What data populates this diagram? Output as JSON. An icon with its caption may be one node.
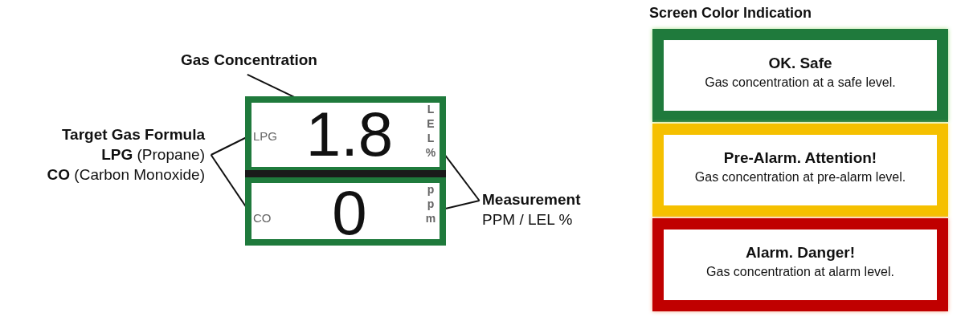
{
  "diagram": {
    "nodes": [
      {
        "text": [
          "Gas Concentration"
        ]
      },
      {
        "text": [
          "Target Gas Formula",
          "**LPG** (Propane)",
          "**CO** (Carbon Monoxide)"
        ]
      },
      {
        "text": [
          "Measurement",
          "PPM / LEL %"
        ]
      },
      {
        "text": [],
        "shape": "box"
      },
      {
        "text": [
          "LPG"
        ],
        "in": 3
      },
      {
        "text": [
          "1.8"
        ],
        "in": 3
      },
      {
        "text": [
          "LEL%"
        ],
        "in": 3
      },
      {
        "text": [
          "CO"
        ],
        "in": 3
      },
      {
        "text": [
          "0"
        ],
        "in": 3
      },
      {
        "text": [
          "ppm"
        ],
        "in": 3
      },
      {
        "text": [
          "OK. Safe",
          "Gas concentration at a safe level."
        ]
      },
      {
        "text": [
          "Pre-Alarm. Attention!",
          "Gas concentration at pre-alarm level."
        ]
      },
      {
        "text": [
          "Alarm. Danger!",
          "Gas concentration at alarm level."
        ]
      }
    ],
    "edges": [
      {
        "from": 0,
        "to": 5,
        "arrow": "none"
      },
      {
        "from": 1,
        "to": 4,
        "arrow": "none"
      },
      {
        "from": 1,
        "to": 7,
        "arrow": "none"
      },
      {
        "from": 2,
        "to": 6,
        "arrow": "none"
      },
      {
        "from": 2,
        "to": 9,
        "arrow": "none"
      }
    ],
    "labels": [
      "Screen Color Indication"
    ]
  }
}
